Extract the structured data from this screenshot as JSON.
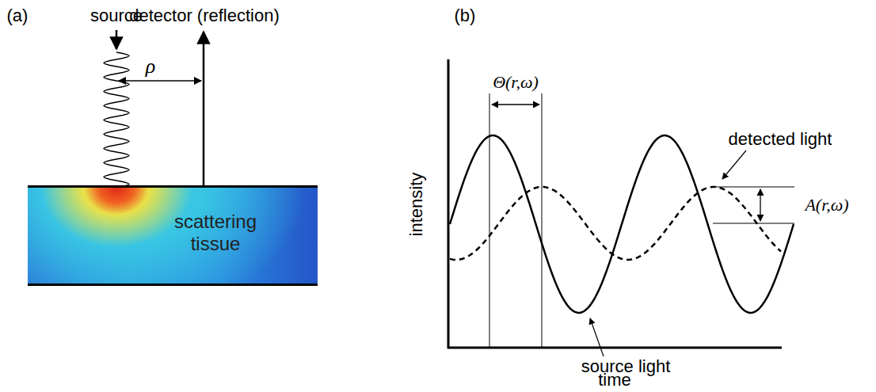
{
  "diagram": {
    "nodes": [
      {
        "text": [
          "scattering tissue"
        ]
      }
    ],
    "labels": [
      "(a)",
      "source",
      "detector (reflection)",
      "ρ",
      "(b)",
      "Θ(r,ω)",
      "detected light",
      "A(r,ω)",
      "intensity",
      "source light",
      "time"
    ]
  }
}
